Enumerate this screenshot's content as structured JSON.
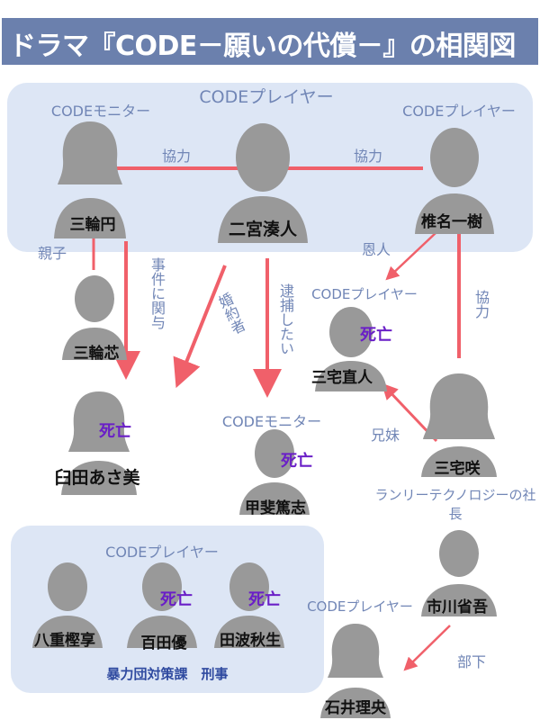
{
  "title": "ドラマ『CODE－願いの代償－』の相関図",
  "groups": {
    "top_box": {},
    "bottom_box": {
      "label": "暴力団対策課　刑事"
    }
  },
  "roles": {
    "code_monitor": "CODEモニター",
    "code_player": "CODEプレイヤー"
  },
  "characters": {
    "miwa_madoka": {
      "name": "三輪円",
      "role": "CODEモニター"
    },
    "ninomiya": {
      "name": "二宮湊人",
      "role": "CODEプレイヤー"
    },
    "shiina": {
      "name": "椎名一樹",
      "role": "CODEプレイヤー"
    },
    "miwa_shin": {
      "name": "三輪芯"
    },
    "usuda": {
      "name": "臼田あさ美",
      "status": "死亡"
    },
    "kai": {
      "name": "甲斐篤志",
      "role": "CODEモニター",
      "status": "死亡"
    },
    "miyake_naoto": {
      "name": "三宅直人",
      "role": "CODEプレイヤー",
      "status": "死亡"
    },
    "miyake_saki": {
      "name": "三宅咲"
    },
    "ichikawa": {
      "name": "市川省吾",
      "role": "ランリーテクノロジーの社長"
    },
    "ishii": {
      "name": "石井理央",
      "role": "CODEプレイヤー"
    },
    "yae": {
      "name": "八重樫享"
    },
    "momota": {
      "name": "百田優",
      "status": "死亡"
    },
    "tanami": {
      "name": "田波秋生",
      "status": "死亡"
    },
    "bottom_group_role": "CODEプレイヤー"
  },
  "relations": {
    "miwa_ninomiya": "協力",
    "ninomiya_shiina": "協力",
    "oyako": "親子",
    "jiken": "事件に関与",
    "konyakusha": "婚約者",
    "taiho": "逮捕したい",
    "onjin": "恩人",
    "shiina_saki": "協力",
    "kyoudai": "兄妹",
    "buka": "部下"
  },
  "colors": {
    "header": "#6b80ad",
    "box": "#dde6f5",
    "line": "#f0606a",
    "role_text": "#7186b6",
    "dead": "#6a1fc7",
    "silhouette": "#999999"
  }
}
